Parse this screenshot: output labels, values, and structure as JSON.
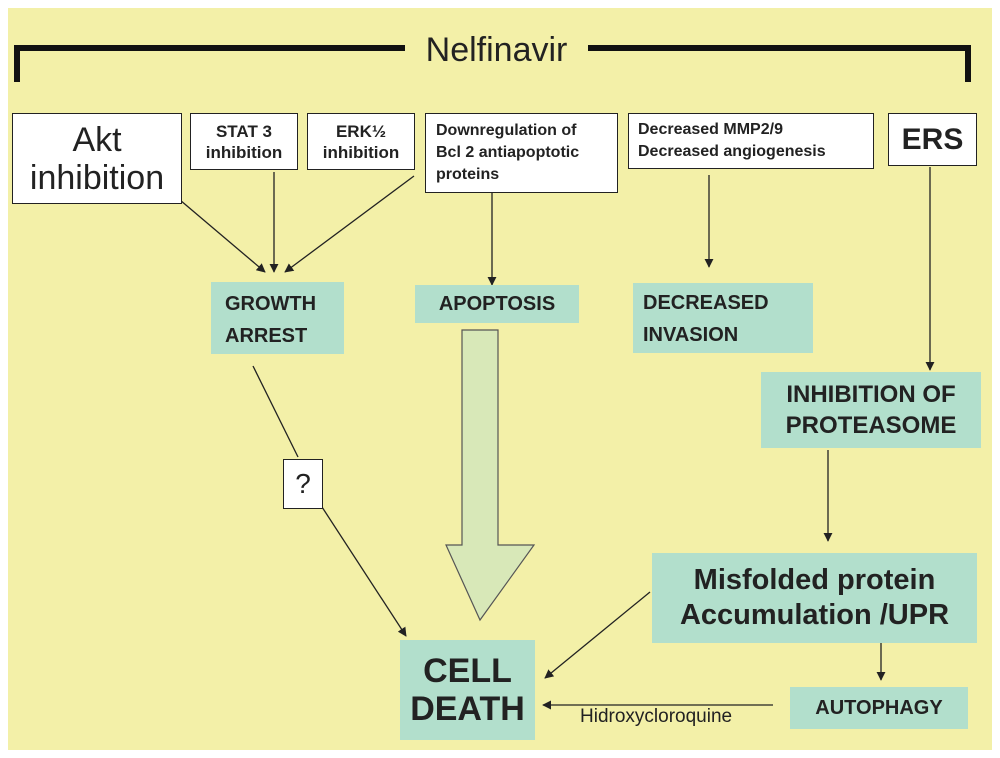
{
  "title": "Nelfinavir",
  "top_boxes": {
    "akt": [
      "Akt",
      "inhibition"
    ],
    "stat3": [
      "STAT 3",
      "inhibition"
    ],
    "erk": [
      "ERK½",
      "inhibition"
    ],
    "bcl2": [
      "Downregulation of",
      "Bcl 2 antiapoptotic",
      "proteins"
    ],
    "mmp": [
      "Decreased MMP2/9",
      "Decreased angiogenesis"
    ],
    "ers": "ERS"
  },
  "outcomes": {
    "growth_arrest": [
      "GROWTH",
      "ARREST"
    ],
    "apoptosis": "APOPTOSIS",
    "decreased_invasion": [
      "DECREASED",
      "INVASION"
    ],
    "inhibition_proteasome": [
      "INHIBITION OF",
      "PROTEASOME"
    ],
    "misfolded": [
      "Misfolded protein",
      "Accumulation /UPR"
    ],
    "autophagy": "AUTOPHAGY",
    "cell_death": [
      "CELL",
      "DEATH"
    ]
  },
  "question_mark": "?",
  "inhibitor_label": "Hidroxycloroquine",
  "colors": {
    "background": "#f3f0a8",
    "teal": "#b2dfcc",
    "big_arrow": "#d8e8b8"
  }
}
